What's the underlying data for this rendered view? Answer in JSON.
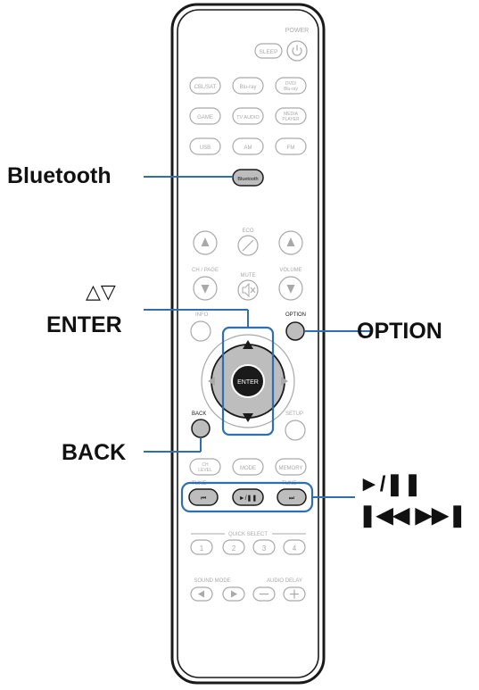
{
  "callouts": {
    "bluetooth": "Bluetooth",
    "cursor_arrows": "△▽",
    "enter": "ENTER",
    "option": "OPTION",
    "back": "BACK",
    "play_pause": "►/❚❚",
    "skip": "❚◀◀ ▶▶❚"
  },
  "remote": {
    "power_label": "POWER",
    "sleep": "SLEEP",
    "sources_row1": [
      "CBL/SAT",
      "Blu-ray",
      "DVD/\nBlu-ray"
    ],
    "sources_row2": [
      "GAME",
      "TV AUDIO",
      "MEDIA\nPLAYER"
    ],
    "sources_row3": [
      "USB",
      "AM",
      "FM"
    ],
    "bluetooth_key": "Bluetooth",
    "eco": "ECO",
    "ch_page": "CH / PAGE",
    "mute": "MUTE",
    "volume": "VOLUME",
    "info": "INFO",
    "option": "OPTION",
    "enter_key": "ENTER",
    "back": "BACK",
    "setup": "SETUP",
    "ch_level": "CH\nLEVEL",
    "mode": "MODE",
    "memory": "MEMORY",
    "tune_minus": "TUNE −",
    "tune_plus": "TUNE +",
    "quick_select": "QUICK SELECT",
    "quick_keys": [
      "1",
      "2",
      "3",
      "4"
    ],
    "sound_mode": "SOUND MODE",
    "audio_delay": "AUDIO DELAY"
  },
  "colors": {
    "outline": "#1a1a1a",
    "faint": "#a9a9a9",
    "highlight": "#2f6eb0",
    "grey_key": "#bdbdbd"
  }
}
